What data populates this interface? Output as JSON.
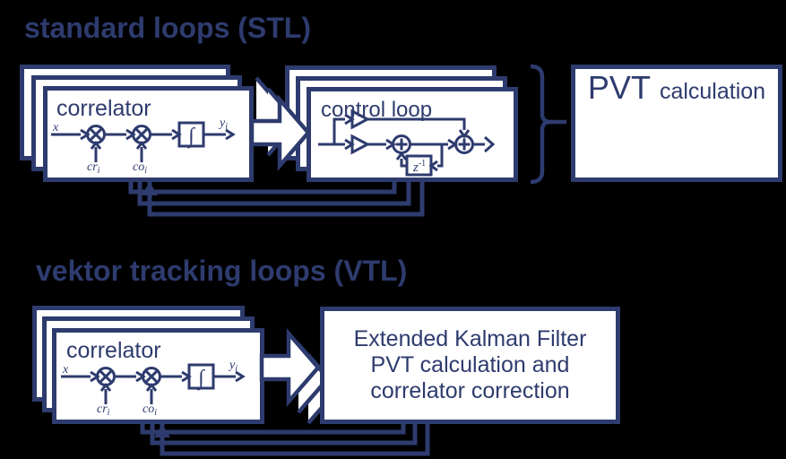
{
  "colors": {
    "background": "#000000",
    "line_navy": "#2e3b6e",
    "box_fill": "#ffffff"
  },
  "stl": {
    "title": "standard loops (STL)",
    "correlator": {
      "label": "correlator",
      "input_signal": "x",
      "replica_input": {
        "base": "cr",
        "sub": "i"
      },
      "carrier_input": {
        "base": "co",
        "sub": "i"
      },
      "integrator_symbol": "∫",
      "output_signal": {
        "base": "y",
        "sub": "i"
      }
    },
    "control_loop": {
      "label": "control loop",
      "delay_element": {
        "base": "z",
        "exp": "-1"
      }
    },
    "pvt": {
      "acronym": "PVT",
      "label": "calculation"
    }
  },
  "vtl": {
    "title": "vektor tracking loops (VTL)",
    "correlator": {
      "label": "correlator",
      "input_signal": "x",
      "replica_input": {
        "base": "cr",
        "sub": "i"
      },
      "carrier_input": {
        "base": "co",
        "sub": "i"
      },
      "integrator_symbol": "∫",
      "output_signal": {
        "base": "y",
        "sub": "i"
      }
    },
    "ekf": {
      "line1": "Extended Kalman Filter",
      "line2": "PVT calculation and",
      "line3": "correlator correction"
    }
  }
}
